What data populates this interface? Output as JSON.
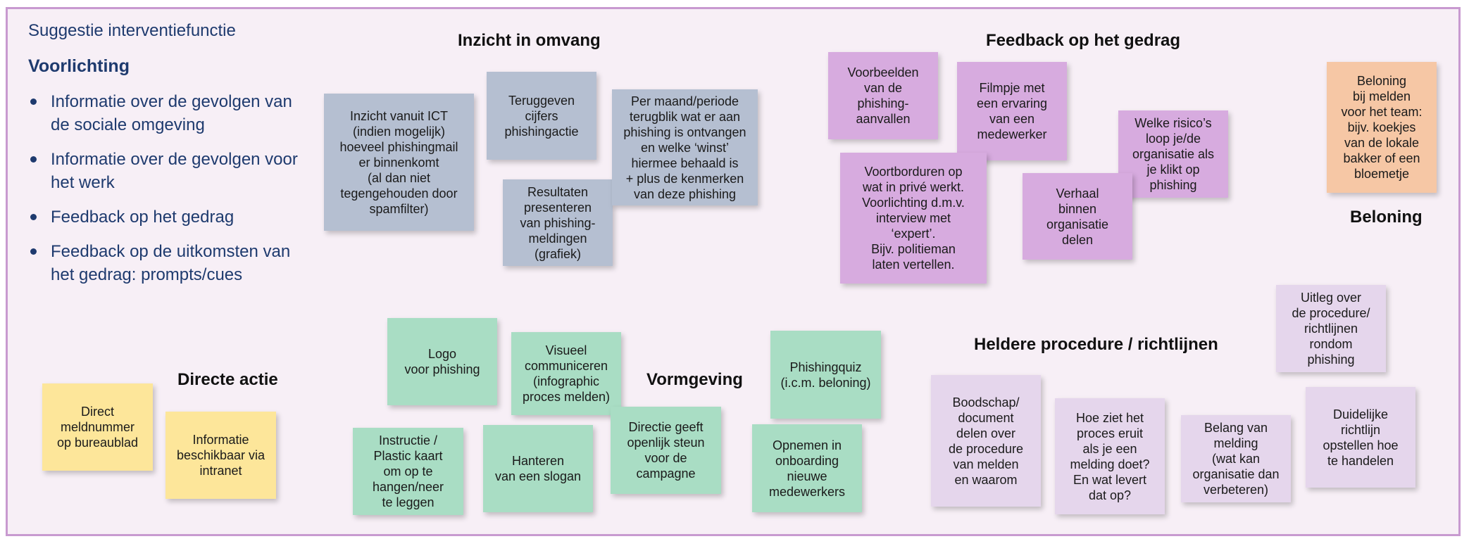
{
  "legend": {
    "subtitle": "Suggestie interventiefunctie",
    "title": "Voorlichting",
    "items": [
      "Informatie over de gevolgen van de sociale omgeving",
      "Informatie over de gevolgen voor het werk",
      "Feedback op het gedrag",
      "Feedback op de uitkomsten van het gedrag: prompts/cues"
    ]
  },
  "headings": {
    "inzicht": "Inzicht in omvang",
    "feedback": "Feedback op het gedrag",
    "beloning": "Beloning",
    "directe_actie": "Directe actie",
    "vormgeving": "Vormgeving",
    "procedure": "Heldere procedure / richtlijnen"
  },
  "colors": {
    "board_border": "#c89ad0",
    "board_bg": "#f7eff6",
    "legend_text": "#1e3a6e",
    "note_blue": "#b5bfd1",
    "note_purple": "#d7abdf",
    "note_orange": "#f6c7a5",
    "note_yellow": "#fde69a",
    "note_green": "#a9ddc4",
    "note_lavender": "#e5d6ec"
  },
  "notes": {
    "inzicht_ict": "Inzicht vanuit ICT\n(indien mogelijk)\nhoeveel phishingmail\ner binnenkomt\n(al dan niet\ntegengehouden door\nspamfilter)",
    "teruggeven_cijfers": "Teruggeven\ncijfers\nphishingactie",
    "resultaten": "Resultaten\npresenteren\nvan phishing-\nmeldingen\n(grafiek)",
    "per_maand": "Per maand/periode\nterugblik wat er aan\nphishing is ontvangen\nen welke ‘winst’\nhiermee behaald is\n+ plus de kenmerken\nvan deze phishing",
    "voorbeelden": "Voorbeelden\nvan de\nphishing-\naanvallen",
    "filmpje": "Filmpje met\neen ervaring\nvan een\nmedewerker",
    "welke_risico": "Welke risico’s\nloop je/de\norganisatie als\nje klikt op\nphishing",
    "voortborduren": "Voortborduren op\nwat in privé werkt.\nVoorlichting d.m.v.\ninterview met\n‘expert’.\nBijv. politieman\nlaten vertellen.",
    "verhaal": "Verhaal\nbinnen\norganisatie\ndelen",
    "beloning_team": "Beloning\nbij melden\nvoor het team:\nbijv. koekjes\nvan de lokale\nbakker of een\nbloemetje",
    "direct_meldnummer": "Direct\nmeldnummer\nop bureaublad",
    "info_intranet": "Informatie\nbeschikbaar via\nintranet",
    "logo": "Logo\nvoor phishing",
    "visueel": "Visueel\ncommuniceren\n(infographic\nproces melden)",
    "instructie": "Instructie /\nPlastic kaart\nom op te\nhangen/neer\nte leggen",
    "slogan": "Hanteren\nvan een slogan",
    "directie": "Directie geeft\nopenlijk steun\nvoor de\ncampagne",
    "quiz": "Phishingquiz\n(i.c.m. beloning)",
    "onboarding": "Opnemen in\nonboarding\nnieuwe\nmedewerkers",
    "uitleg": "Uitleg over\nde procedure/\nrichtlijnen\nrondom\nphishing",
    "boodschap": "Boodschap/\ndocument\ndelen over\nde procedure\nvan melden\nen waarom",
    "hoe_ziet": "Hoe ziet het\nproces eruit\nals je een\nmelding doet?\nEn wat levert\ndat op?",
    "belang": "Belang van\nmelding\n(wat kan\norganisatie dan\nverbeteren)",
    "duidelijke": "Duidelijke\nrichtlijn\nopstellen hoe\nte handelen"
  }
}
